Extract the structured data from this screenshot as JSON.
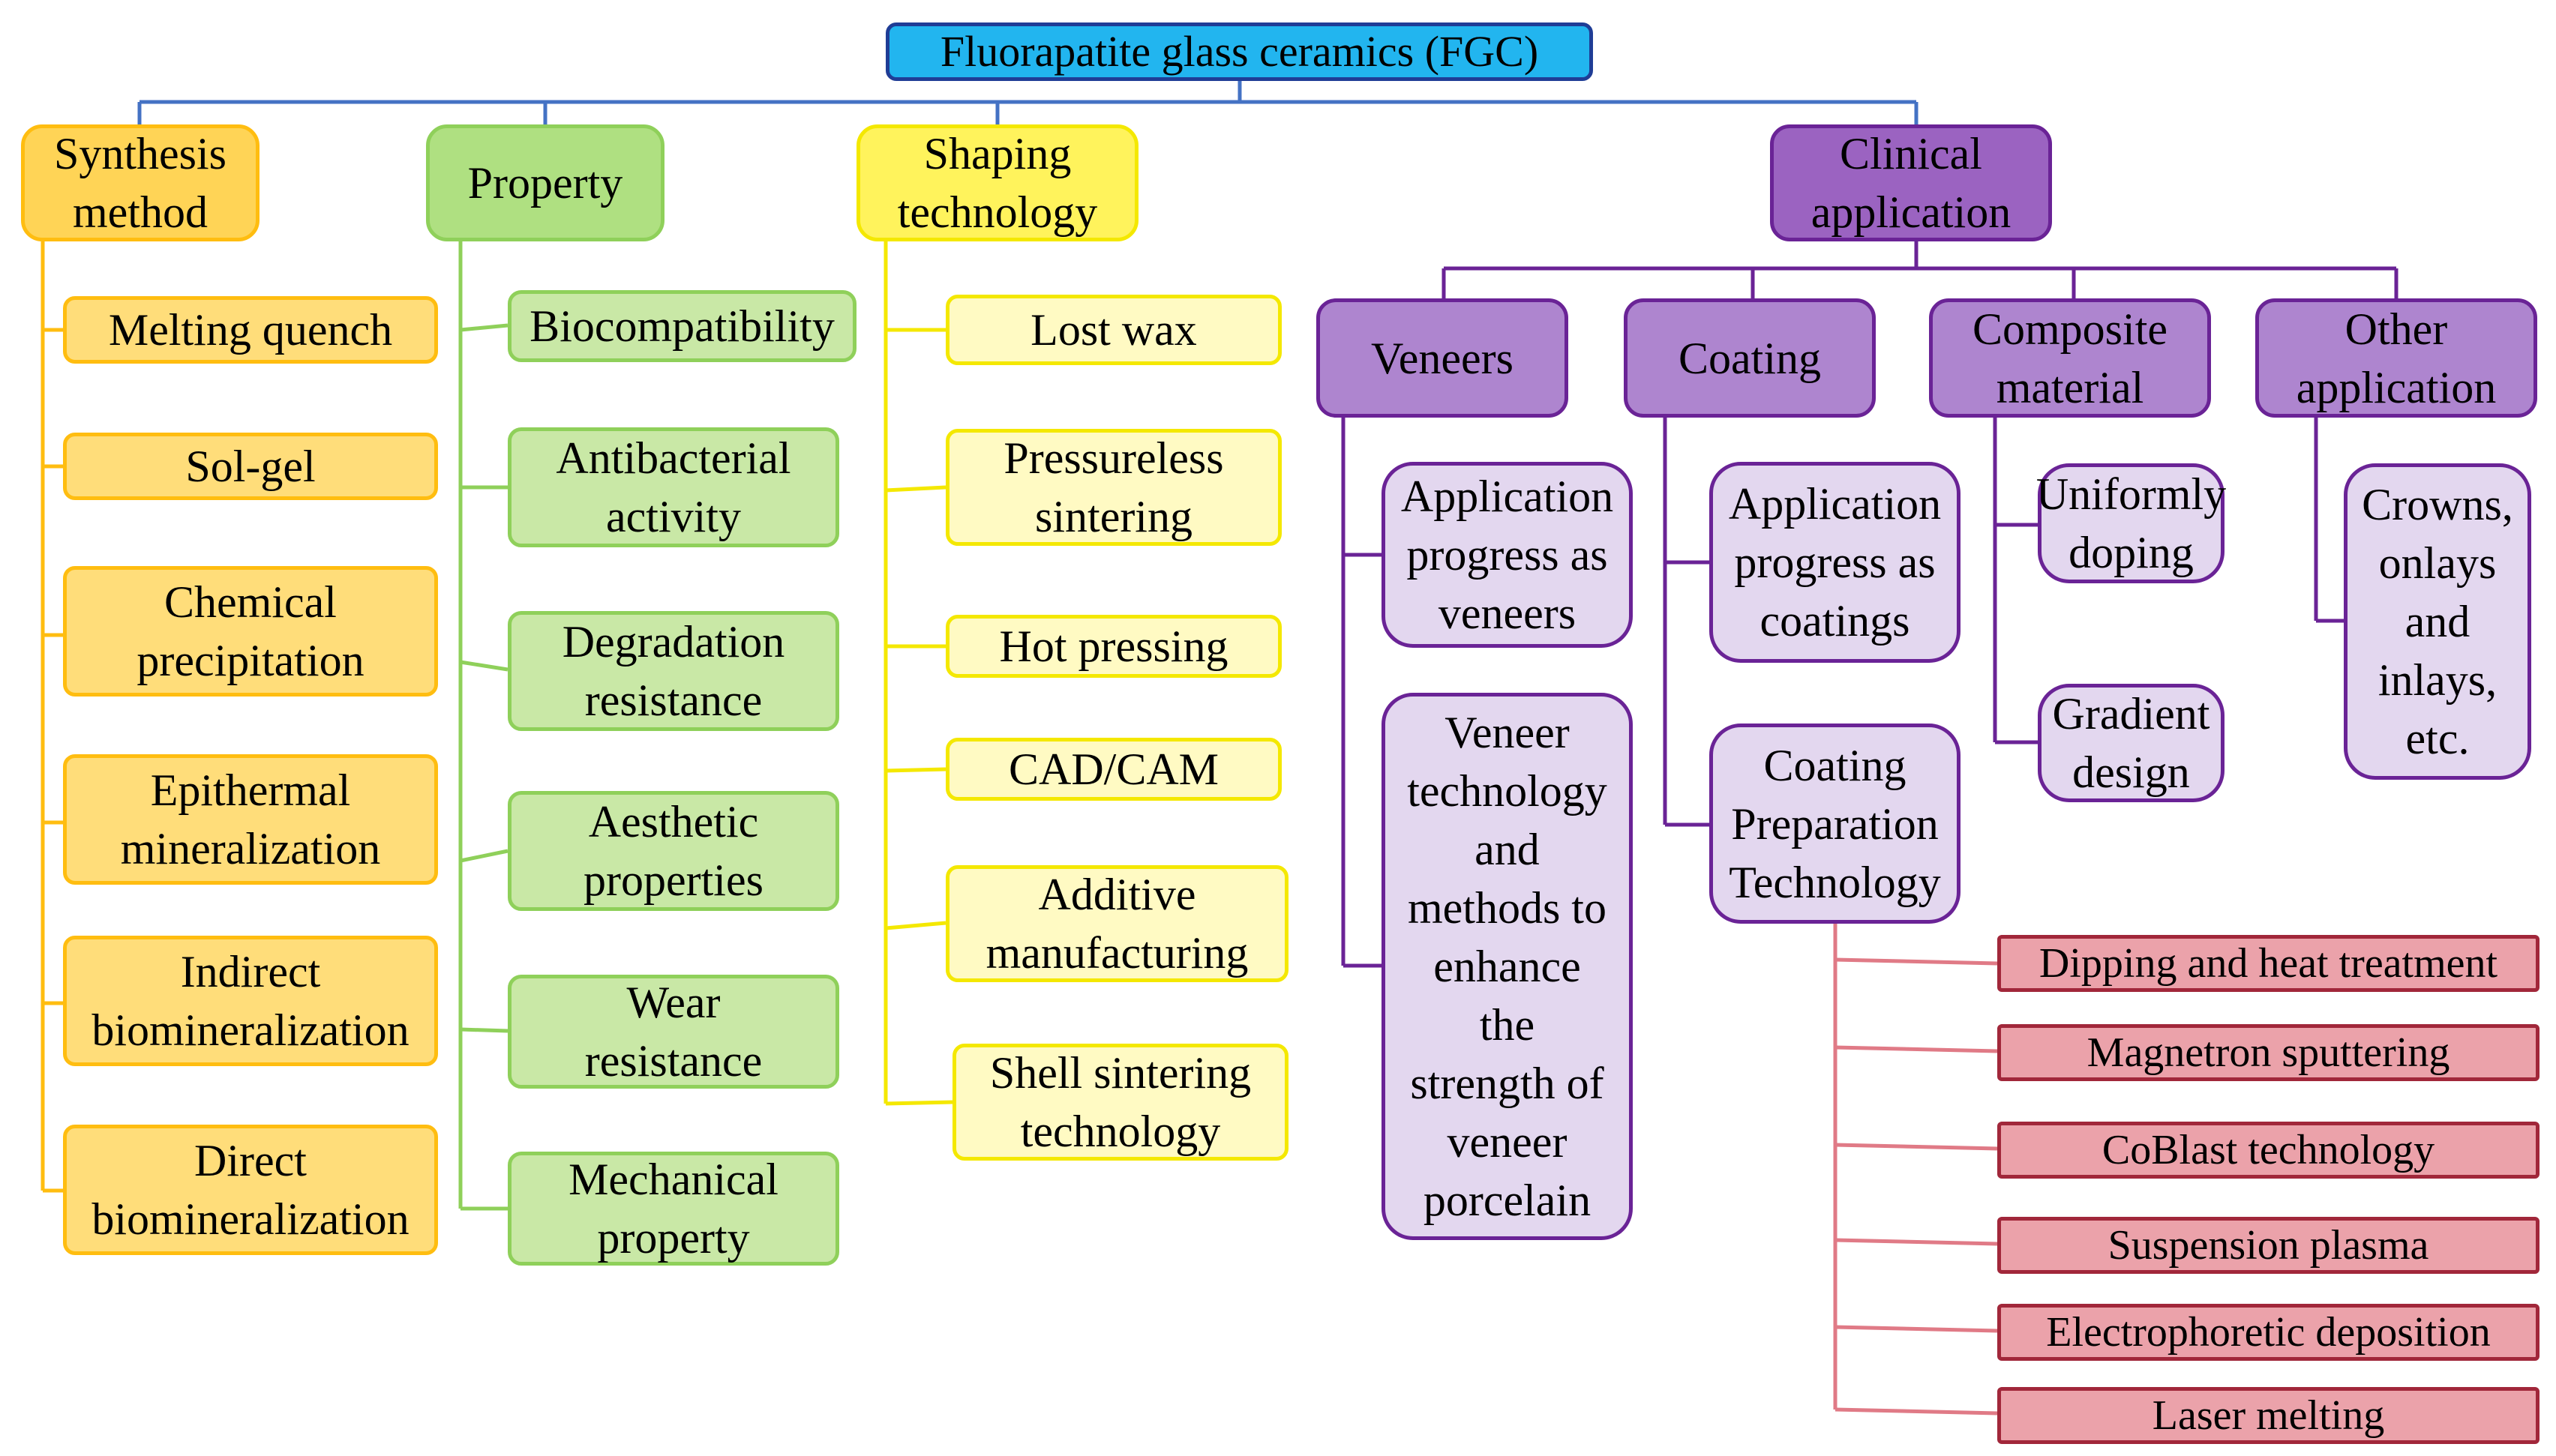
{
  "root": "Fluorapatite glass ceramics (FGC)",
  "categories": {
    "synthesis": {
      "label": "Synthesis\nmethod",
      "items": [
        "Melting quench",
        "Sol-gel",
        "Chemical\nprecipitation",
        "Epithermal\nmineralization",
        "Indirect\nbiomineralization",
        "Direct\nbiomineralization"
      ]
    },
    "property": {
      "label": "Property",
      "items": [
        "Biocompatibility",
        "Antibacterial\nactivity",
        "Degradation\nresistance",
        "Aesthetic\nproperties",
        "Wear\nresistance",
        "Mechanical\nproperty"
      ]
    },
    "shaping": {
      "label": "Shaping\ntechnology",
      "items": [
        "Lost wax",
        "Pressureless\nsintering",
        "Hot pressing",
        "CAD/CAM",
        "Additive\nmanufacturing",
        "Shell sintering\ntechnology"
      ]
    },
    "clinical": {
      "label": "Clinical\napplication",
      "veneers": {
        "label": "Veneers",
        "items": [
          "Application\nprogress as\nveneers",
          "Veneer\ntechnology\nand\nmethods to\nenhance\nthe\nstrength of\nveneer\nporcelain"
        ]
      },
      "coating": {
        "label": "Coating",
        "items": [
          "Application\nprogress as\ncoatings",
          "Coating\nPreparation\nTechnology"
        ],
        "preparation": [
          "Dipping and heat treatment",
          "Magnetron sputtering",
          "CoBlast technology",
          "Suspension plasma",
          "Electrophoretic deposition",
          "Laser melting"
        ]
      },
      "composite": {
        "label": "Composite\nmaterial",
        "items": [
          "Uniformly\ndoping",
          "Gradient\ndesign"
        ]
      },
      "other": {
        "label": "Other\napplication",
        "items": [
          "Crowns,\nonlays\nand\ninlays,\netc."
        ]
      }
    }
  },
  "colors": {
    "root_fill": "#22b5ef",
    "root_border": "#1f3d96",
    "synthesis": "#ffd456",
    "property": "#afe081",
    "shaping": "#fff35c",
    "clinical": "#9b63c1",
    "clinical_leaf": "#e3d7ef",
    "coating_prep": "#eba2aa",
    "line_blue": "#4472c4",
    "line_orange": "#ffbd10",
    "line_green": "#8fd05a",
    "line_yellow": "#f4e800",
    "line_purple": "#6a2396",
    "line_pink": "#e07a86"
  }
}
